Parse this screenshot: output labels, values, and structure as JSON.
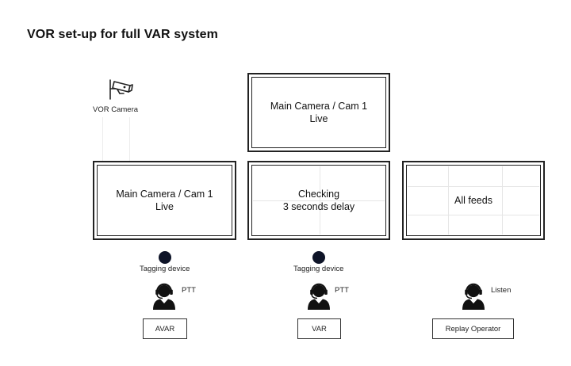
{
  "title": "VOR set-up for full VAR system",
  "camera": {
    "icon": "cctv-camera-icon",
    "label": "VOR Camera"
  },
  "monitors": {
    "top": {
      "line1": "Main Camera / Cam 1",
      "line2": "Live"
    },
    "left": {
      "line1": "Main Camera / Cam 1",
      "line2": "Live"
    },
    "center": {
      "line1": "Checking",
      "line2": "3 seconds delay"
    },
    "right": {
      "line1": "All feeds"
    }
  },
  "tagging": {
    "left": "Tagging device",
    "center": "Tagging device"
  },
  "audio": {
    "left": "PTT",
    "center": "PTT",
    "right": "Listen"
  },
  "roles": {
    "left": "AVAR",
    "center": "VAR",
    "right": "Replay Operator"
  },
  "colors": {
    "dot": "#0e1428",
    "border": "#222222",
    "text": "#111111"
  }
}
